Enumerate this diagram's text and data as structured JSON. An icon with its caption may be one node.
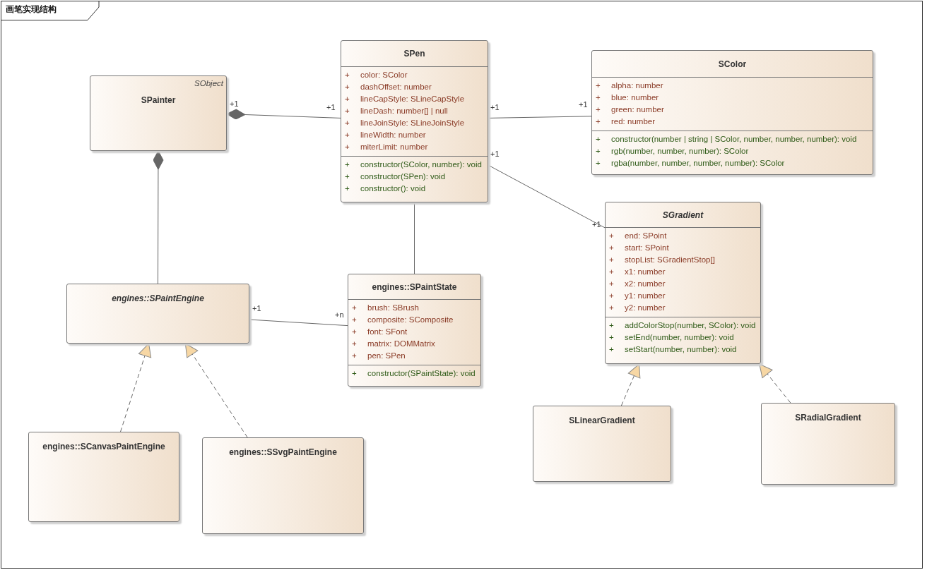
{
  "diagram": {
    "title": "画笔实现结构",
    "nodes": [
      {
        "text": [
          "SObject",
          "SPainter"
        ]
      },
      {
        "text": [
          "SPen"
        ]
      },
      {
        "text": [
          "+ color: SColor",
          "+ dashOffset: number",
          "+ lineCapStyle: SLineCapStyle",
          "+ lineDash: number[] | null",
          "+ lineJoinStyle: SLineJoinStyle",
          "+ lineWidth: number",
          "+ miterLimit: number"
        ],
        "in": 1
      },
      {
        "text": [
          "+ constructor(SColor, number): void",
          "+ constructor(SPen): void",
          "+ constructor(): void"
        ],
        "in": 1
      },
      {
        "text": [
          "SColor"
        ]
      },
      {
        "text": [
          "+ alpha: number",
          "+ blue: number",
          "+ green: number",
          "+ red: number"
        ],
        "in": 4
      },
      {
        "text": [
          "+ constructor(number | string | SColor, number, number, number): void",
          "+ rgb(number, number, number): SColor",
          "+ rgba(number, number, number, number): SColor"
        ],
        "in": 4
      },
      {
        "text": [
          "engines::SPaintEngine"
        ]
      },
      {
        "text": [
          "engines::SPaintState"
        ]
      },
      {
        "text": [
          "+ brush: SBrush",
          "+ composite: SComposite",
          "+ font: SFont",
          "+ matrix: DOMMatrix",
          "+ pen: SPen"
        ],
        "in": 8
      },
      {
        "text": [
          "+ constructor(SPaintState): void"
        ],
        "in": 8
      },
      {
        "text": [
          "SGradient"
        ]
      },
      {
        "text": [
          "+ end: SPoint",
          "+ start: SPoint",
          "+ stopList: SGradientStop[]",
          "+ x1: number",
          "+ x2: number",
          "+ y1: number",
          "+ y2: number"
        ],
        "in": 11
      },
      {
        "text": [
          "+ addColorStop(number, SColor): void",
          "+ setEnd(number, number): void",
          "+ setStart(number, number): void"
        ],
        "in": 11
      },
      {
        "text": [
          "engines::SCanvasPaintEngine"
        ]
      },
      {
        "text": [
          "engines::SSvgPaintEngine"
        ]
      },
      {
        "text": [
          "SLinearGradient"
        ]
      },
      {
        "text": [
          "SRadialGradient"
        ]
      }
    ],
    "edges": [
      {
        "from": 1,
        "to": 0,
        "arrow": "other"
      },
      {
        "from": 7,
        "to": 0,
        "arrow": "other"
      },
      {
        "from": 1,
        "to": 4,
        "arrow": "none"
      },
      {
        "from": 1,
        "to": 11,
        "arrow": "none"
      },
      {
        "from": 1,
        "to": 8,
        "arrow": "none"
      },
      {
        "from": 7,
        "to": 8,
        "arrow": "none"
      },
      {
        "from": 14,
        "to": 7,
        "arrow": "to",
        "style": "dashed"
      },
      {
        "from": 15,
        "to": 7,
        "arrow": "to",
        "style": "dashed"
      },
      {
        "from": 16,
        "to": 11,
        "arrow": "to",
        "style": "dashed"
      },
      {
        "from": 17,
        "to": 11,
        "arrow": "to",
        "style": "dashed"
      }
    ],
    "labels": [
      "+1",
      "+1",
      "+1",
      "+1",
      "+1",
      "+1",
      "+1",
      "+n"
    ]
  }
}
